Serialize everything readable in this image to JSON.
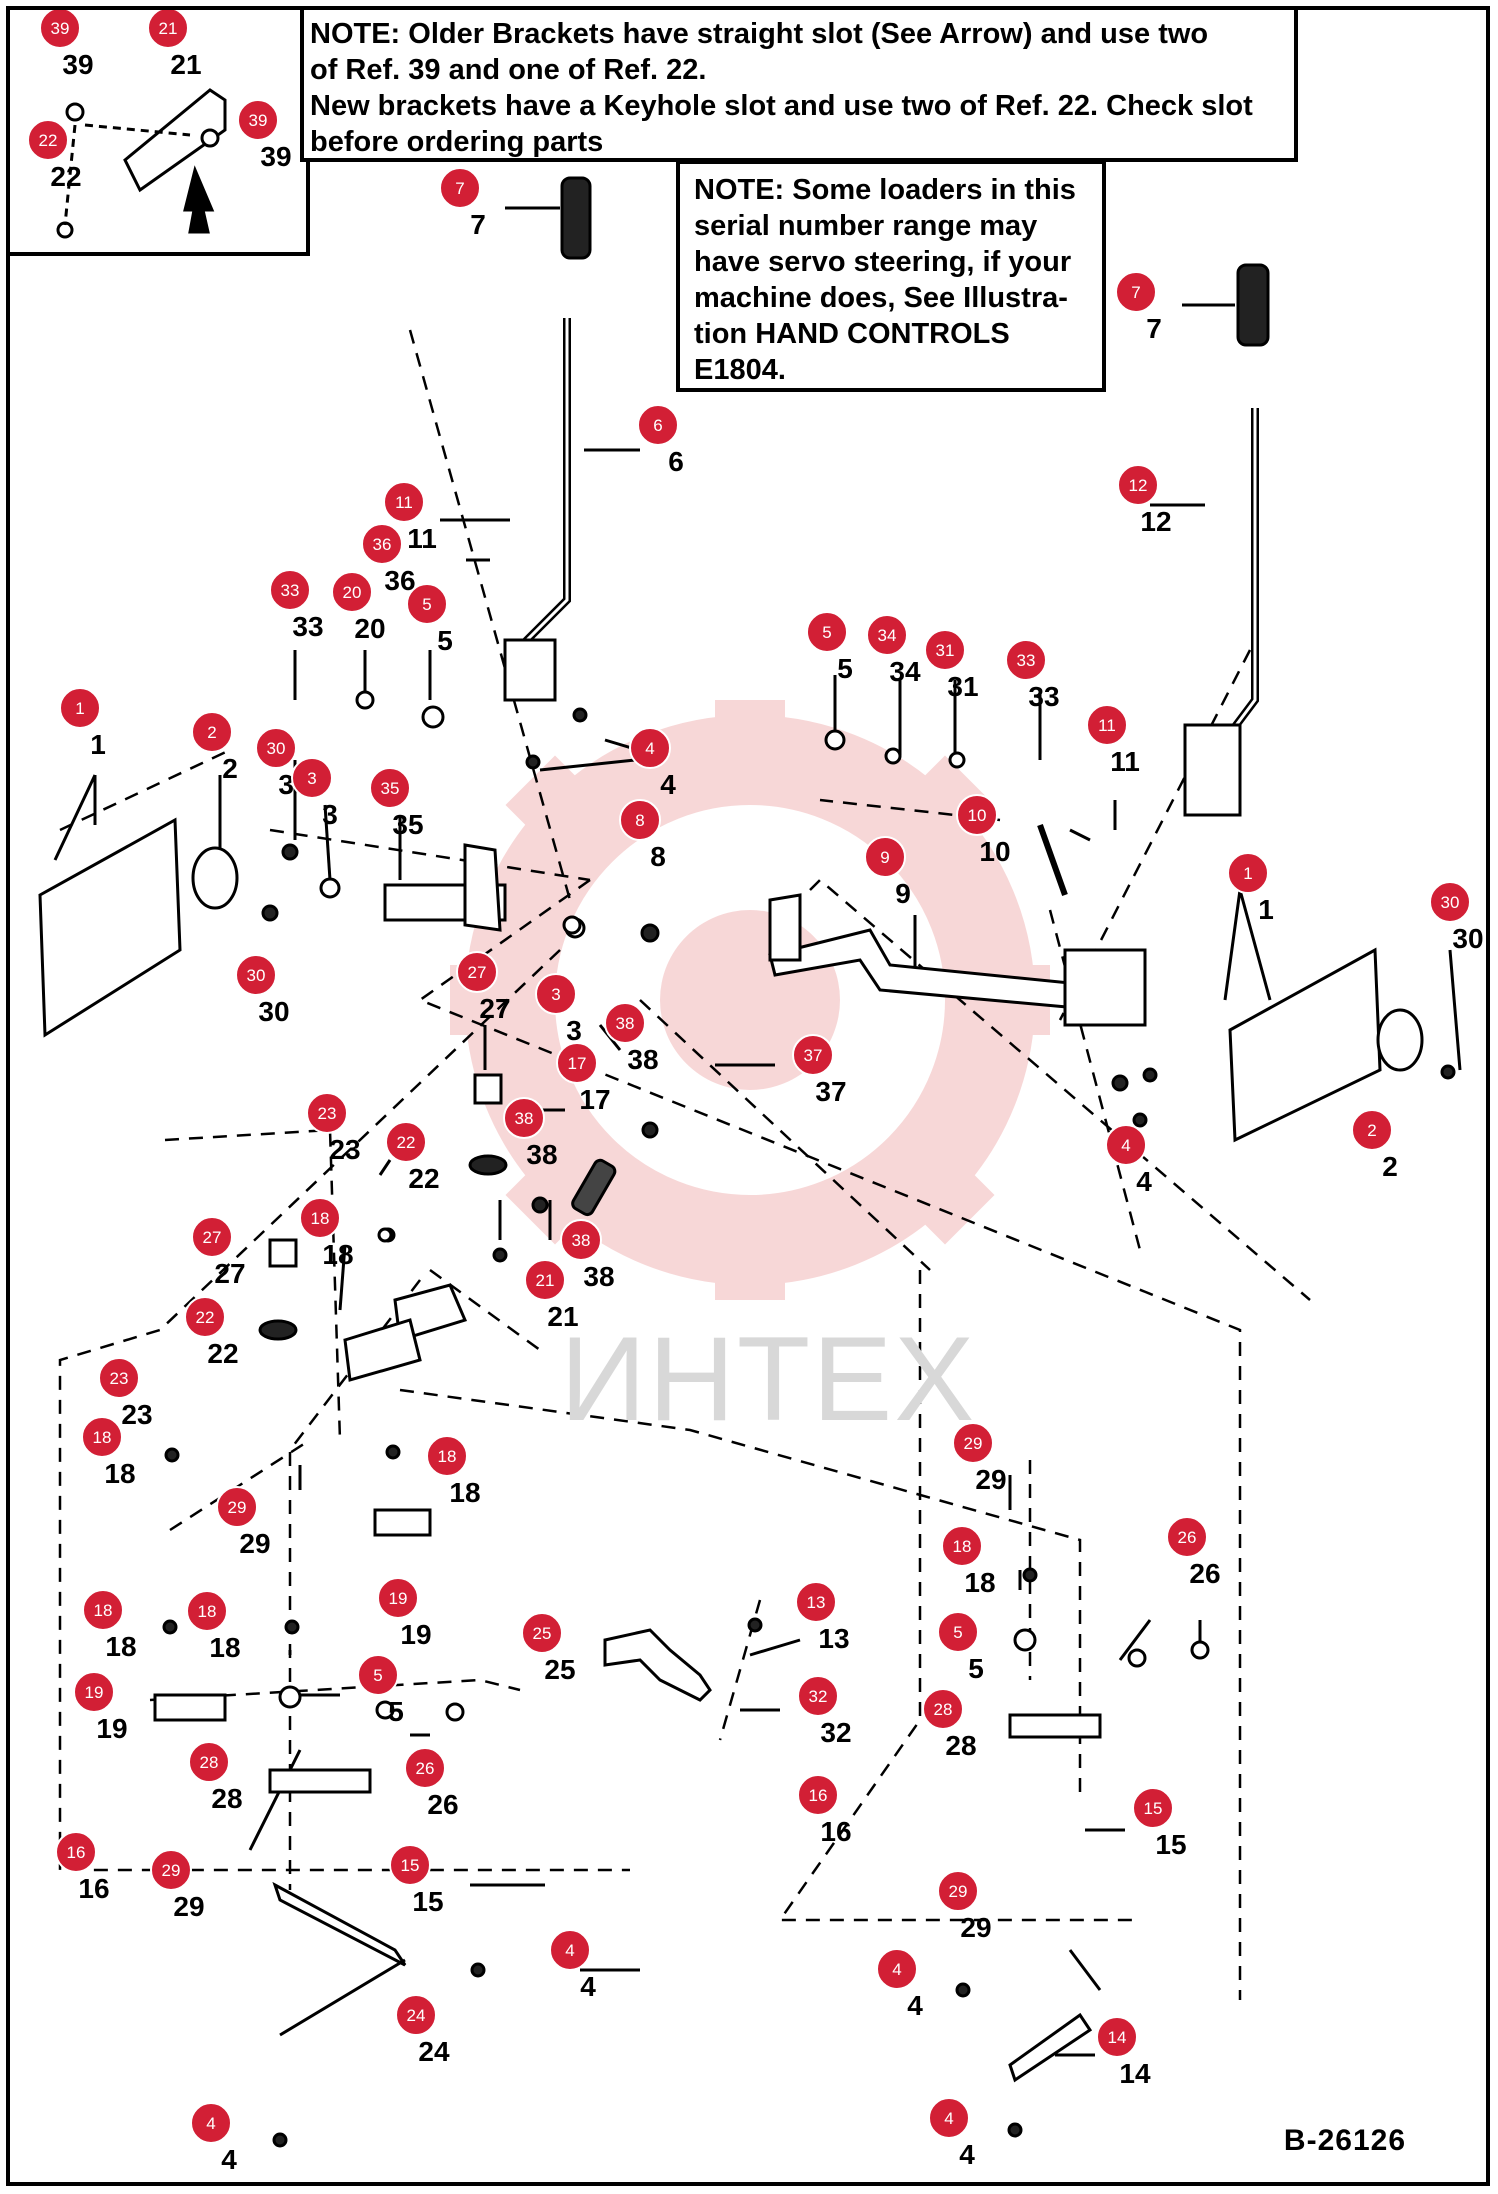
{
  "notes": {
    "top": [
      "NOTE: Older Brackets have straight slot (See Arrow) and use two",
      "of Ref. 39 and one of Ref. 22.",
      "New brackets have a Keyhole slot and use two of Ref. 22. Check slot",
      "before ordering parts"
    ],
    "mid": [
      "NOTE: Some loaders in this",
      "serial number range may",
      "have servo steering, if your",
      "machine does, See Illustra-",
      "tion HAND CONTROLS",
      "E1804."
    ]
  },
  "document_id": "B-26126",
  "watermark": "ИНТЕХ",
  "colors": {
    "badge": "#d21f35",
    "line": "#000000",
    "watermark": "#f1c2c2"
  },
  "callouts": [
    {
      "n": "39"
    },
    {
      "n": "21"
    },
    {
      "n": "22"
    },
    {
      "n": "39"
    },
    {
      "n": "7"
    },
    {
      "n": "6"
    },
    {
      "n": "11"
    },
    {
      "n": "36"
    },
    {
      "n": "33"
    },
    {
      "n": "20"
    },
    {
      "n": "5"
    },
    {
      "n": "4"
    },
    {
      "n": "1"
    },
    {
      "n": "2"
    },
    {
      "n": "30"
    },
    {
      "n": "3"
    },
    {
      "n": "35"
    },
    {
      "n": "30"
    },
    {
      "n": "8"
    },
    {
      "n": "27"
    },
    {
      "n": "3"
    },
    {
      "n": "7"
    },
    {
      "n": "12"
    },
    {
      "n": "5"
    },
    {
      "n": "34"
    },
    {
      "n": "31"
    },
    {
      "n": "33"
    },
    {
      "n": "11"
    },
    {
      "n": "10"
    },
    {
      "n": "9"
    },
    {
      "n": "1"
    },
    {
      "n": "30"
    },
    {
      "n": "2"
    },
    {
      "n": "4"
    },
    {
      "n": "38"
    },
    {
      "n": "37"
    },
    {
      "n": "17"
    },
    {
      "n": "38"
    },
    {
      "n": "23"
    },
    {
      "n": "22"
    },
    {
      "n": "18"
    },
    {
      "n": "38"
    },
    {
      "n": "21"
    },
    {
      "n": "27"
    },
    {
      "n": "22"
    },
    {
      "n": "23"
    },
    {
      "n": "18"
    },
    {
      "n": "18"
    },
    {
      "n": "29"
    },
    {
      "n": "19"
    },
    {
      "n": "18"
    },
    {
      "n": "18"
    },
    {
      "n": "19"
    },
    {
      "n": "5"
    },
    {
      "n": "28"
    },
    {
      "n": "26"
    },
    {
      "n": "16"
    },
    {
      "n": "29"
    },
    {
      "n": "15"
    },
    {
      "n": "4"
    },
    {
      "n": "24"
    },
    {
      "n": "4"
    },
    {
      "n": "25"
    },
    {
      "n": "13"
    },
    {
      "n": "32"
    },
    {
      "n": "29"
    },
    {
      "n": "18"
    },
    {
      "n": "26"
    },
    {
      "n": "5"
    },
    {
      "n": "28"
    },
    {
      "n": "16"
    },
    {
      "n": "15"
    },
    {
      "n": "29"
    },
    {
      "n": "4"
    },
    {
      "n": "14"
    },
    {
      "n": "4"
    }
  ]
}
